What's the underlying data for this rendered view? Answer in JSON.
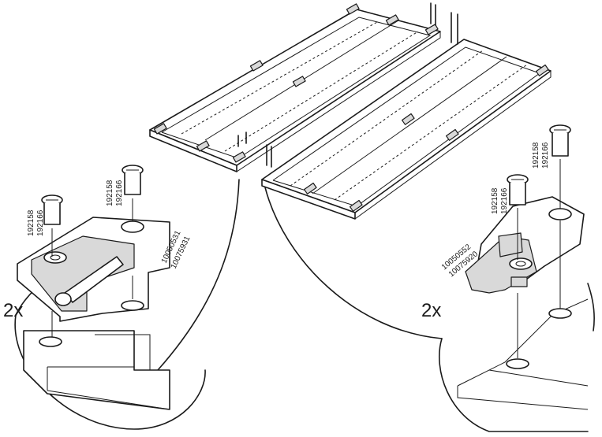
{
  "left_detail": {
    "quantity": "2x",
    "dowel_part_numbers": [
      "192158",
      "192166"
    ],
    "dowel_part_numbers_top": [
      "192158",
      "192166"
    ],
    "bracket_part_numbers": [
      "10050531",
      "10075931"
    ]
  },
  "right_detail": {
    "quantity": "2x",
    "dowel_part_numbers": [
      "192158",
      "192166"
    ],
    "dowel_part_numbers_top": [
      "192158",
      "192166"
    ],
    "bracket_part_numbers": [
      "10050552",
      "10075920"
    ]
  }
}
